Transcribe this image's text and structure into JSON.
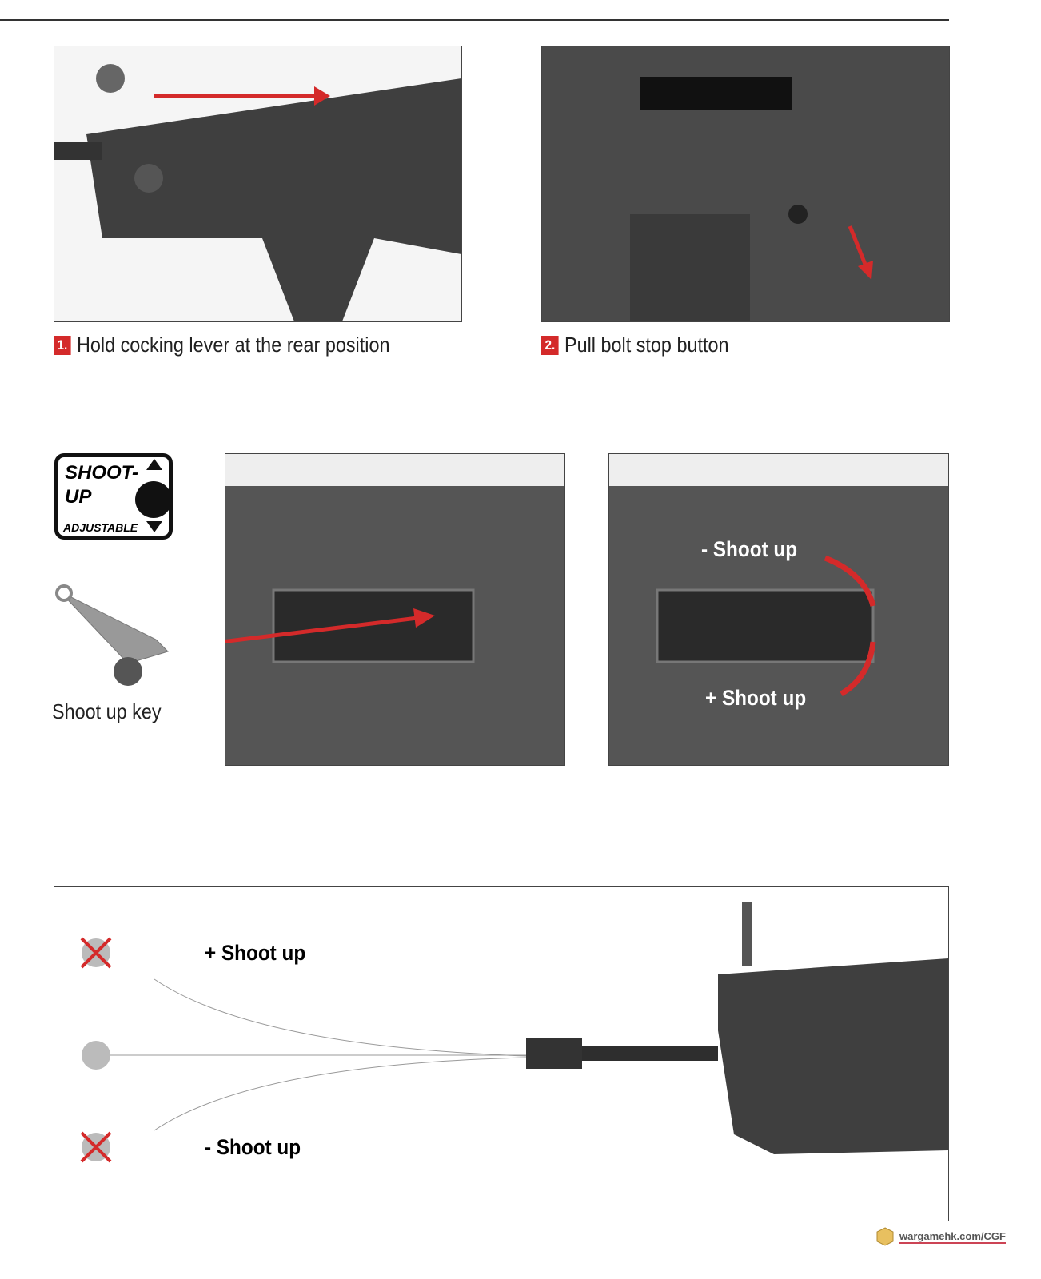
{
  "steps": [
    {
      "number": "1.",
      "text": "Hold cocking lever at the rear position"
    },
    {
      "number": "2.",
      "text": "Pull bolt stop button"
    }
  ],
  "badge": {
    "line1": "SHOOT-",
    "line2": "UP",
    "line3": "ADJUSTABLE"
  },
  "key_caption": "Shoot up key",
  "adjust_labels": {
    "minus": "-  Shoot up",
    "plus": "+  Shoot up"
  },
  "diagram_labels": {
    "plus": "+  Shoot up",
    "minus": "-  Shoot up"
  },
  "watermark": "wargamehk.com/CGF",
  "colors": {
    "accent": "#d42a2a",
    "frame": "#444444"
  }
}
